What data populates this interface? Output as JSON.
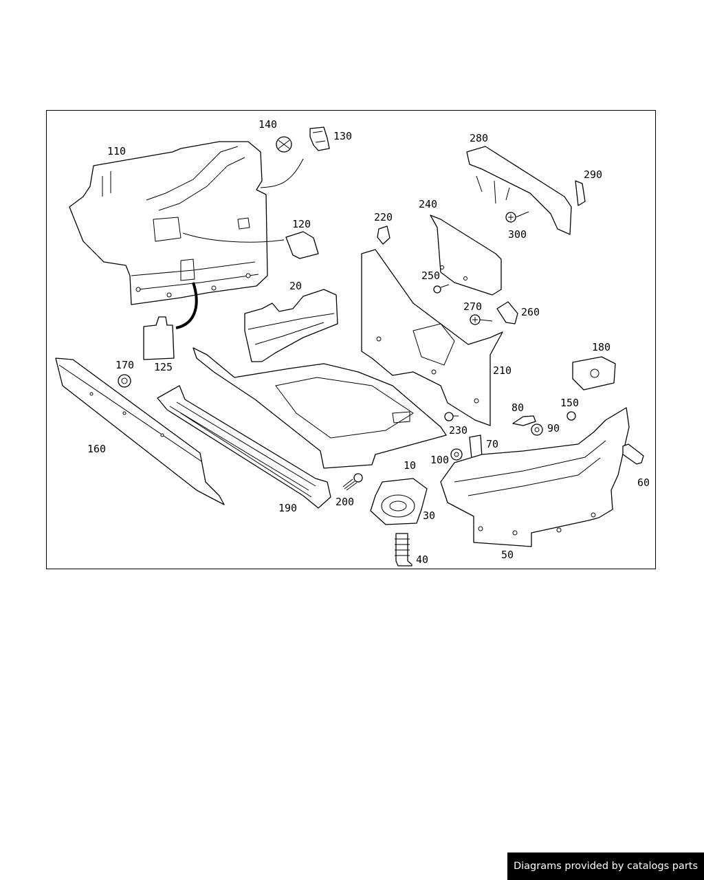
{
  "diagram": {
    "callouts": [
      {
        "id": "p140",
        "label": "140"
      },
      {
        "id": "p130",
        "label": "130"
      },
      {
        "id": "p110",
        "label": "110"
      },
      {
        "id": "p120",
        "label": "120"
      },
      {
        "id": "p20",
        "label": "20"
      },
      {
        "id": "p125",
        "label": "125"
      },
      {
        "id": "p170",
        "label": "170"
      },
      {
        "id": "p160",
        "label": "160"
      },
      {
        "id": "p190",
        "label": "190"
      },
      {
        "id": "p200",
        "label": "200"
      },
      {
        "id": "p280",
        "label": "280"
      },
      {
        "id": "p290",
        "label": "290"
      },
      {
        "id": "p300",
        "label": "300"
      },
      {
        "id": "p240",
        "label": "240"
      },
      {
        "id": "p220",
        "label": "220"
      },
      {
        "id": "p250",
        "label": "250"
      },
      {
        "id": "p270",
        "label": "270"
      },
      {
        "id": "p260",
        "label": "260"
      },
      {
        "id": "p210",
        "label": "210"
      },
      {
        "id": "p180",
        "label": "180"
      },
      {
        "id": "p80",
        "label": "80"
      },
      {
        "id": "p150",
        "label": "150"
      },
      {
        "id": "p90",
        "label": "90"
      },
      {
        "id": "p230",
        "label": "230"
      },
      {
        "id": "p70",
        "label": "70"
      },
      {
        "id": "p100",
        "label": "100"
      },
      {
        "id": "p10",
        "label": "10"
      },
      {
        "id": "p30",
        "label": "30"
      },
      {
        "id": "p40",
        "label": "40"
      },
      {
        "id": "p50",
        "label": "50"
      },
      {
        "id": "p60",
        "label": "60"
      }
    ]
  },
  "footer": {
    "text": "Diagrams provided by catalogs parts"
  }
}
